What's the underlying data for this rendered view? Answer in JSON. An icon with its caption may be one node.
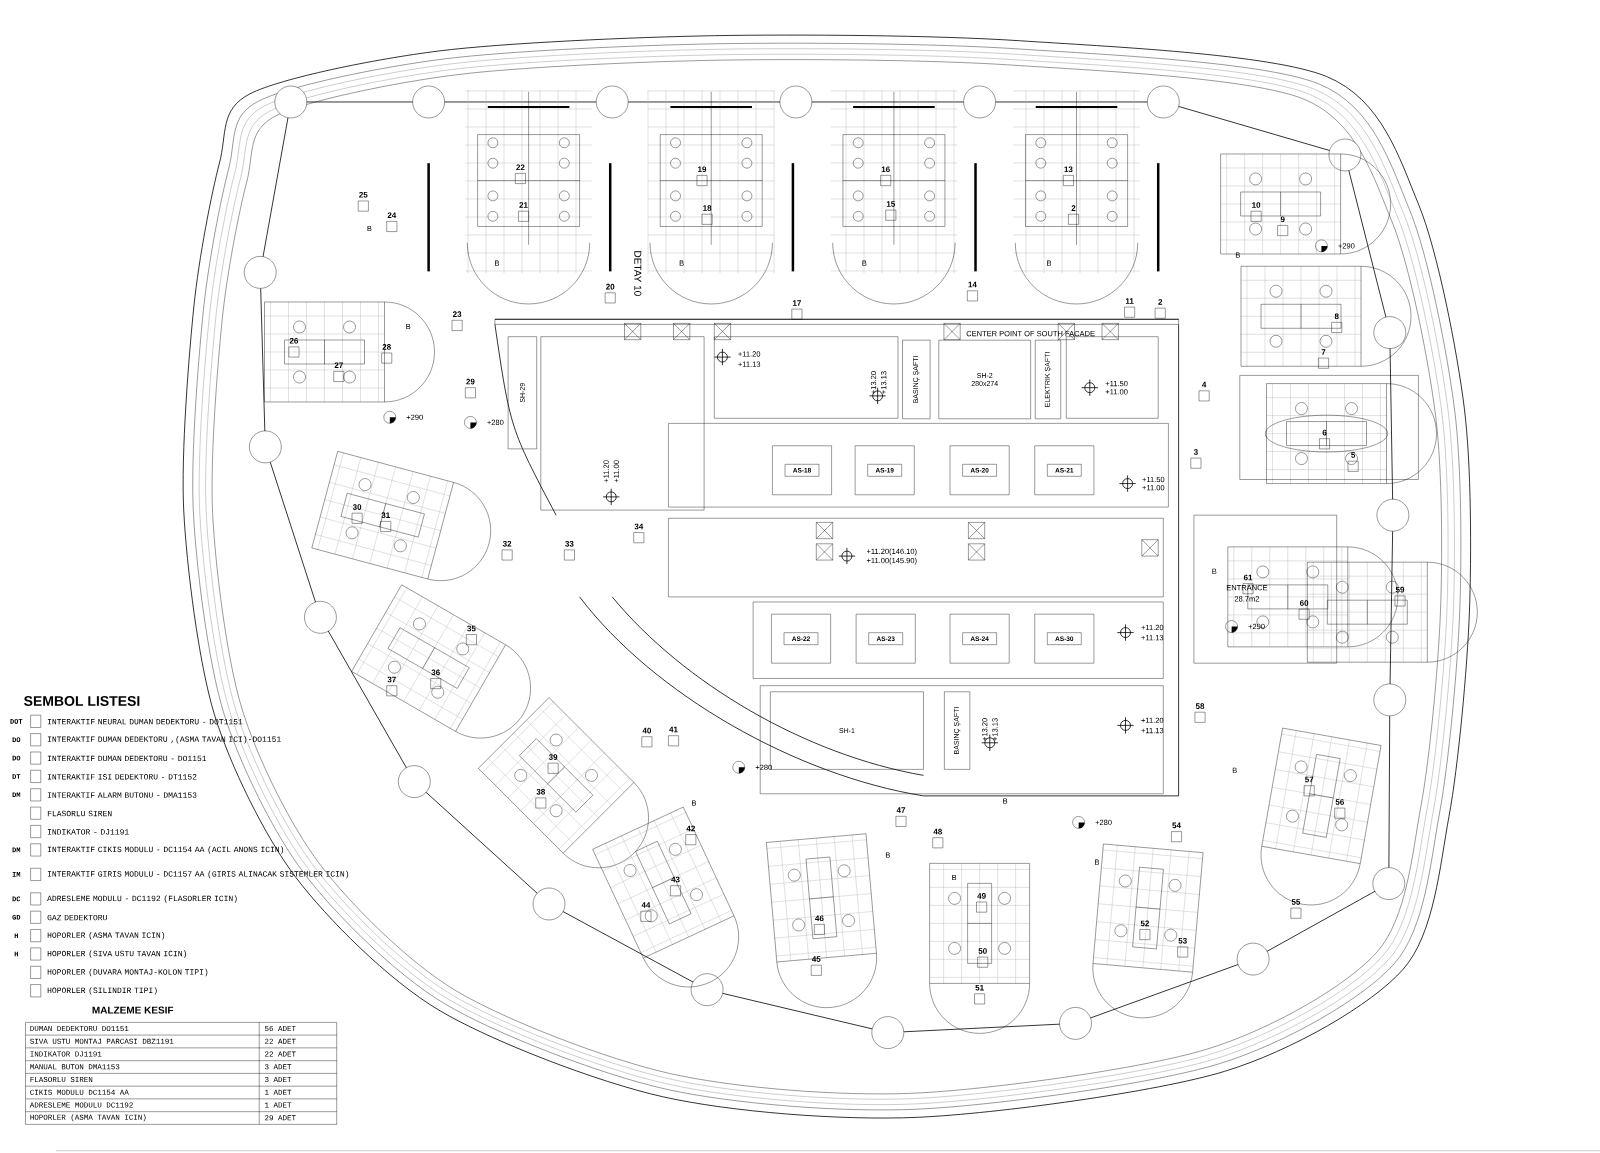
{
  "diagram": {
    "nodes": [
      {
        "text": [
          "SH-29"
        ]
      },
      {
        "text": [
          "BASINÇ ŞAFTI"
        ]
      },
      {
        "text": [
          "SH-2",
          "280x274"
        ]
      },
      {
        "text": [
          "ELEKTRIK ŞAFTI"
        ]
      },
      {
        "text": [
          "AS-18"
        ]
      },
      {
        "text": [
          "AS-19"
        ]
      },
      {
        "text": [
          "AS-20"
        ]
      },
      {
        "text": [
          "AS-21"
        ]
      },
      {
        "text": [
          "AS-22"
        ]
      },
      {
        "text": [
          "AS-23"
        ]
      },
      {
        "text": [
          "AS-24"
        ]
      },
      {
        "text": [
          "AS-30"
        ]
      },
      {
        "text": [
          "SH-1"
        ]
      },
      {
        "text": [
          "BASINÇ ŞAFTI"
        ]
      }
    ],
    "labels": [
      "SEMBOL LISTESI",
      "DOT",
      "DO",
      "DO",
      "DT",
      "DM",
      "DM",
      "IM",
      "DC",
      "GD",
      "H",
      "H",
      "MALZEME KESIF",
      "DUMAN DEDEKTORU DO1151",
      "56 ADET",
      "SIVA USTU MONTAJ PARCASI DBZ1191",
      "22 ADET",
      "INDIKATOR DJ1191",
      "22 ADET",
      "MANUAL BUTON DMA1153",
      "3 ADET",
      "FLASORLU SIREN",
      "3 ADET",
      "CIKIS MODULU DC1154 AA",
      "1 ADET",
      "ADRESLEME MODULU DC1192",
      "1 ADET",
      "HOPORLER (ASMA TAVAN ICIN)",
      "29 ADET",
      "2",
      "2",
      "3",
      "4",
      "5",
      "6",
      "7",
      "8",
      "9",
      "10",
      "11",
      "13",
      "14",
      "15",
      "16",
      "17",
      "18",
      "19",
      "20",
      "21",
      "22",
      "23",
      "24",
      "25",
      "26",
      "27",
      "28",
      "29",
      "30",
      "31",
      "32",
      "33",
      "34",
      "35",
      "36",
      "37",
      "38",
      "39",
      "40",
      "41",
      "42",
      "43",
      "44",
      "45",
      "46",
      "47",
      "48",
      "49",
      "50",
      "51",
      "52",
      "53",
      "54",
      "55",
      "56",
      "57",
      "58",
      "59",
      "60",
      "61",
      "+11.20",
      "+11.13",
      "+13.20",
      "+13.13",
      "+11.50",
      "+11.00",
      "+11.20",
      "+11.00",
      "+11.50",
      "+11.00",
      "+11.20(146.10)",
      "+11.00(145.90)",
      "+11.20",
      "+11.13",
      "+11.20",
      "+11.13",
      "+13.20",
      "+13.13",
      "+290",
      "+290",
      "+290",
      "+280",
      "+280",
      "+280",
      "CENTER POINT OF SOUTH FACADE",
      "DETAY 10",
      "ENTRANCE",
      "28.7m2",
      "B",
      "B",
      "B",
      "B",
      "B",
      "B",
      "B",
      "B",
      "B",
      "B",
      "B",
      "B",
      "B",
      "B"
    ],
    "legend": [
      {
        "text": "INTERAKTIF NEURAL DUMAN DEDEKTORU - DOT1151"
      },
      {
        "text": "INTERAKTIF DUMAN DEDEKTORU ,(ASMA TAVAN ICI)-DO1151"
      },
      {
        "text": "INTERAKTIF DUMAN DEDEKTORU - DO1151"
      },
      {
        "text": "INTERAKTIF ISI DEDEKTORU - DT1152"
      },
      {
        "text": "INTERAKTIF ALARM BUTONU - DMA1153"
      },
      {
        "text": "FLASORLU SIREN"
      },
      {
        "text": "INDIKATOR - DJ1191"
      },
      {
        "text": "INTERAKTIF CIKIS MODULU - DC1154 AA (ACIL ANONS ICIN)"
      },
      {
        "text": "INTERAKTIF GIRIS MODULU - DC1157 AA (GIRIS ALINACAK SISTEMLER ICIN)"
      },
      {
        "text": "ADRESLEME MODULU - DC1192 (FLASORLER ICIN)"
      },
      {
        "text": "GAZ DEDEKTORU"
      },
      {
        "text": "HOPORLER (ASMA TAVAN ICIN)"
      },
      {
        "text": "HOPORLER (SIVA USTU TAVAN ICIN)"
      },
      {
        "text": "HOPORLER (DUVARA MONTAJ-KOLON TIPI)"
      },
      {
        "text": "HOPORLER (SILINDIR TIPI)"
      }
    ]
  }
}
